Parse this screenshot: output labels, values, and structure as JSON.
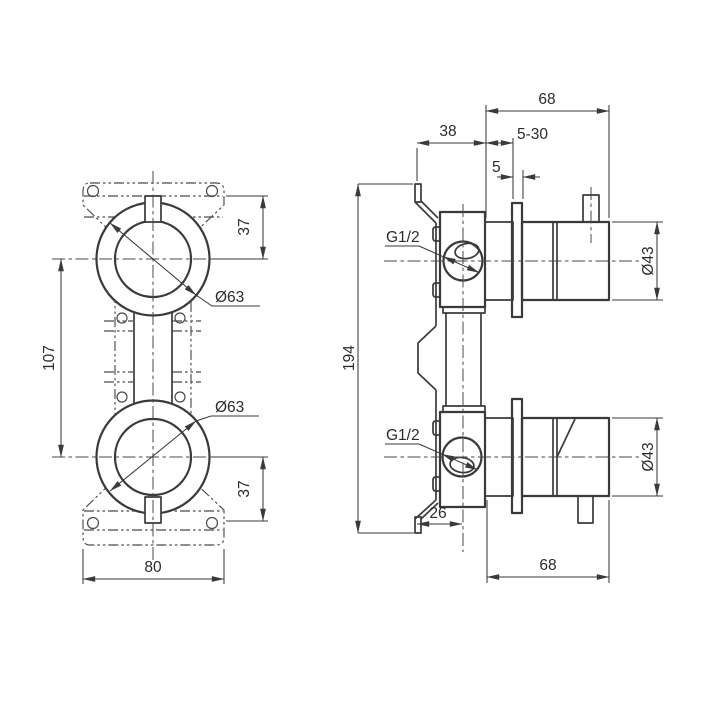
{
  "drawing_type": "installation dimension drawing, two views of concealed thermostatic shower mixer",
  "front_view": {
    "dim_top_offset": "37",
    "dim_diameter_top": "Ø63",
    "dim_center_spacing": "107",
    "dim_diameter_bottom": "Ø63",
    "dim_bottom_offset": "37",
    "dim_plate_width": "80"
  },
  "side_view": {
    "dim_depth_total_top": "68",
    "dim_rail_depth": "38",
    "dim_adjust_range": "5-30",
    "dim_plate_thickness": "5",
    "thread_top": "G1/2",
    "dim_total_height": "194",
    "thread_bottom": "G1/2",
    "dim_rail_to_axis": "26",
    "dim_depth_total_bottom": "68",
    "dim_handle_diameter_top": "Ø43",
    "dim_handle_diameter_bottom": "Ø43"
  },
  "colors": {
    "background": "#ffffff",
    "object_line": "#3a3a3a",
    "center_line": "#4a4a4a",
    "text": "#2b2b2b"
  }
}
